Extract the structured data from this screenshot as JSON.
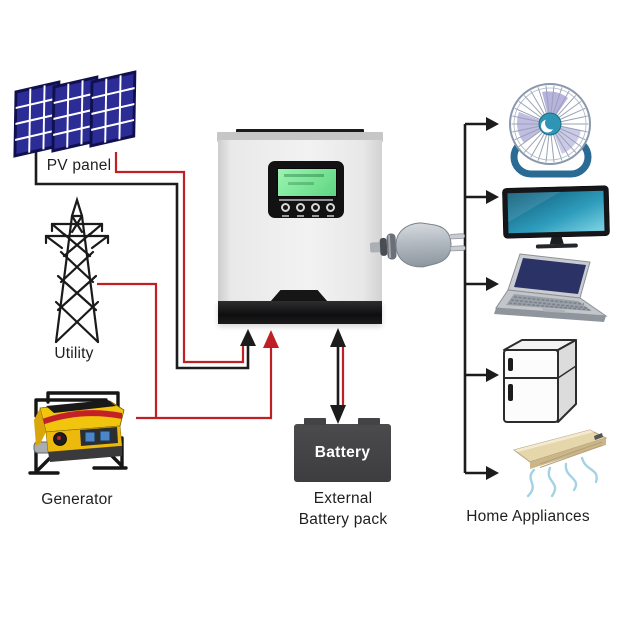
{
  "diagram": {
    "type": "solar-inverter-system",
    "labels": {
      "pv_panel": "PV panel",
      "utility": "Utility",
      "generator": "Generator",
      "battery": "Battery",
      "battery_caption_1": "External",
      "battery_caption_2": "Battery pack",
      "home_appliances": "Home Appliances"
    },
    "appliances": [
      "fan",
      "television",
      "laptop",
      "refrigerator",
      "air-conditioner"
    ],
    "wires": {
      "red": "#bf2026",
      "black": "#1c1c1c",
      "connections": [
        {
          "from": "pv-panel",
          "to": "inverter",
          "wires": [
            "black",
            "red"
          ]
        },
        {
          "from": "utility",
          "to": "inverter",
          "wires": [
            "red"
          ]
        },
        {
          "from": "generator",
          "to": "inverter",
          "wires": [
            "red"
          ]
        },
        {
          "from": "inverter",
          "to": "battery",
          "wires": [
            "black",
            "red"
          ],
          "bidirectional": true
        },
        {
          "from": "inverter",
          "to": "home-appliances",
          "wires": [
            "black"
          ]
        }
      ]
    },
    "colors": {
      "panel_blue": "#2c2c97",
      "generator_yellow": "#f1c40e",
      "lcd_green": "#7fe89c",
      "battery_gray": "#3d3d3f",
      "fan_teal": "#2f95b5",
      "stand_blue": "#2a6b95",
      "laptop_navy": "#2b3366",
      "ac_beige": "#e6d6ac"
    }
  }
}
